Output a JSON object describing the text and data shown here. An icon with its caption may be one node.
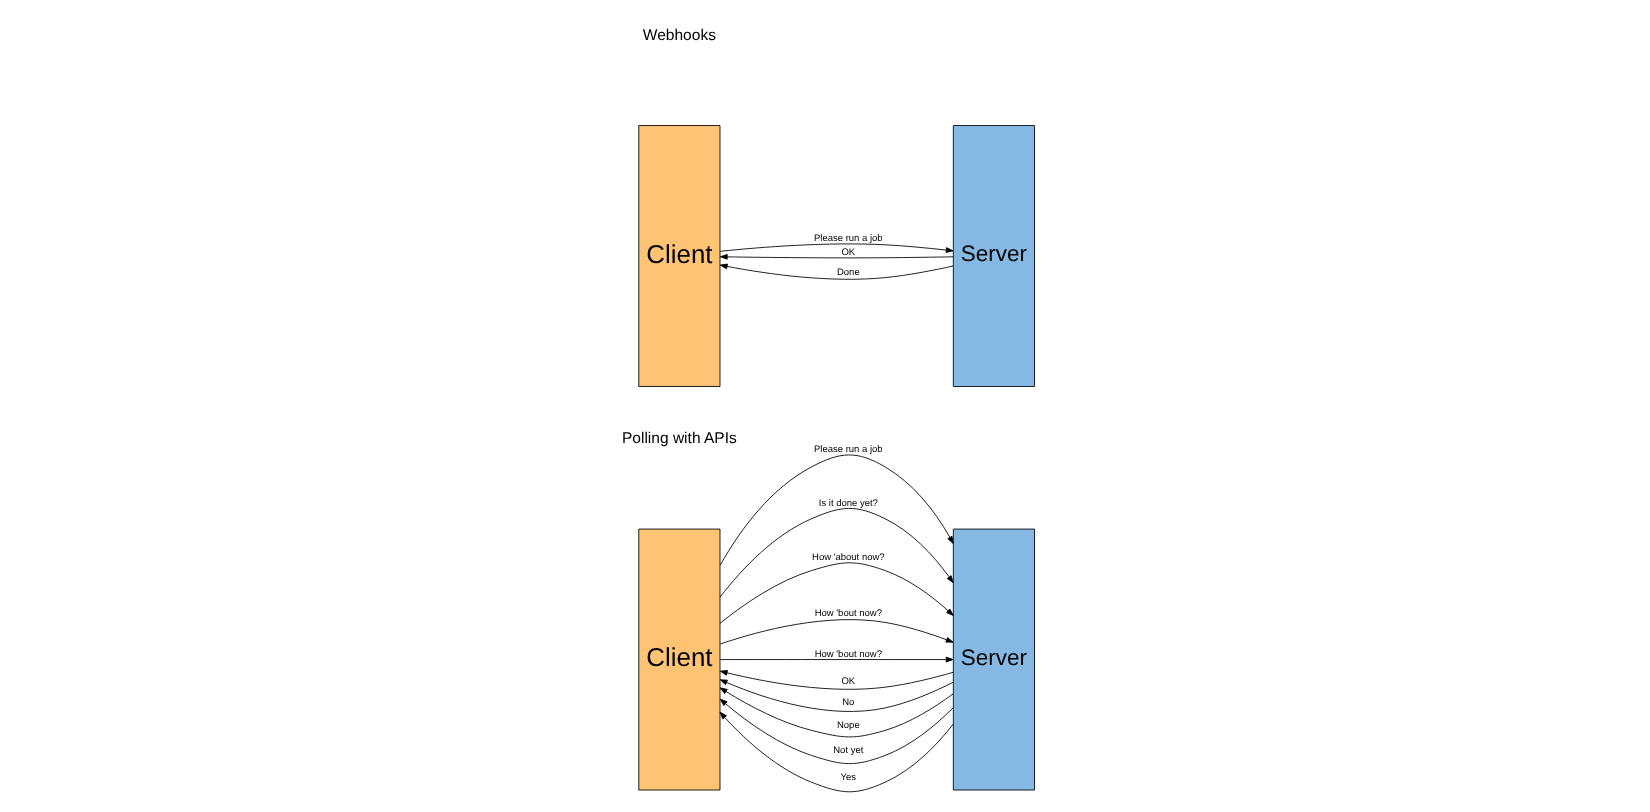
{
  "diagram": {
    "nodes": [
      {
        "text": [
          "Client"
        ]
      },
      {
        "text": [
          "Server"
        ]
      },
      {
        "text": [
          "Client"
        ]
      },
      {
        "text": [
          "Server"
        ]
      }
    ],
    "edges": [
      {
        "from": 0,
        "to": 1,
        "arrow": "to",
        "label": "Please run a job"
      },
      {
        "from": 1,
        "to": 0,
        "arrow": "to",
        "label": "OK"
      },
      {
        "from": 0,
        "to": 1,
        "arrow": "to",
        "label": "Is it done yet?"
      },
      {
        "from": 1,
        "to": 0,
        "arrow": "to",
        "label": "No"
      },
      {
        "from": 0,
        "to": 1,
        "arrow": "to",
        "label": "How 'about now?"
      },
      {
        "from": 1,
        "to": 0,
        "arrow": "to",
        "label": "Nope"
      },
      {
        "from": 0,
        "to": 1,
        "arrow": "to",
        "label": "How 'bout now?"
      },
      {
        "from": 1,
        "to": 0,
        "arrow": "to",
        "label": "Not yet"
      },
      {
        "from": 0,
        "to": 1,
        "arrow": "to",
        "label": "How 'bout now?"
      },
      {
        "from": 1,
        "to": 0,
        "arrow": "to",
        "label": "Yes"
      },
      {
        "from": 2,
        "to": 3,
        "arrow": "to",
        "label": "Please run a job"
      },
      {
        "from": 3,
        "to": 2,
        "arrow": "to",
        "label": "OK"
      },
      {
        "from": 3,
        "to": 2,
        "arrow": "to",
        "label": "Done"
      }
    ],
    "labels": [
      "Polling with APIs",
      "Webhooks"
    ]
  }
}
